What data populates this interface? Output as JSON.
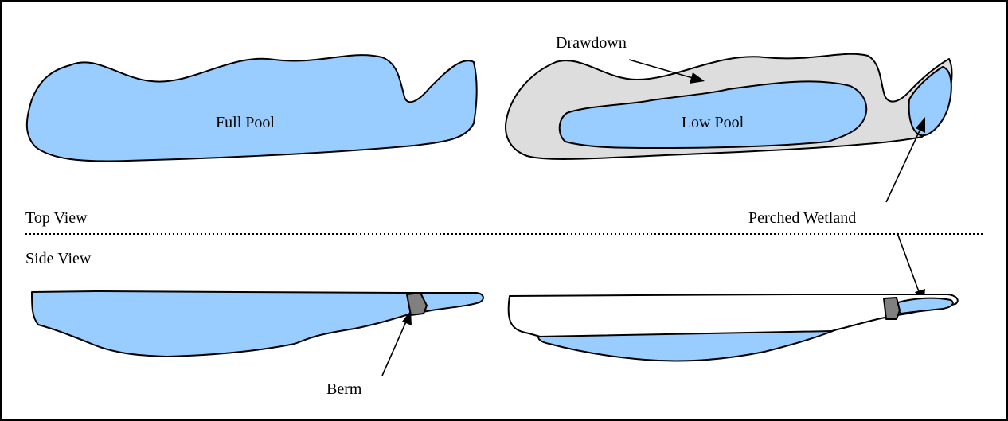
{
  "labels": {
    "full_pool": "Full Pool",
    "low_pool": "Low Pool",
    "drawdown": "Drawdown",
    "perched_wetland": "Perched Wetland",
    "top_view": "Top View",
    "side_view": "Side View",
    "berm": "Berm"
  },
  "colors": {
    "water": "#99ccff",
    "drawdown_zone": "#dddddd",
    "berm": "#808080",
    "outline": "#000000",
    "frame": "#000000"
  }
}
